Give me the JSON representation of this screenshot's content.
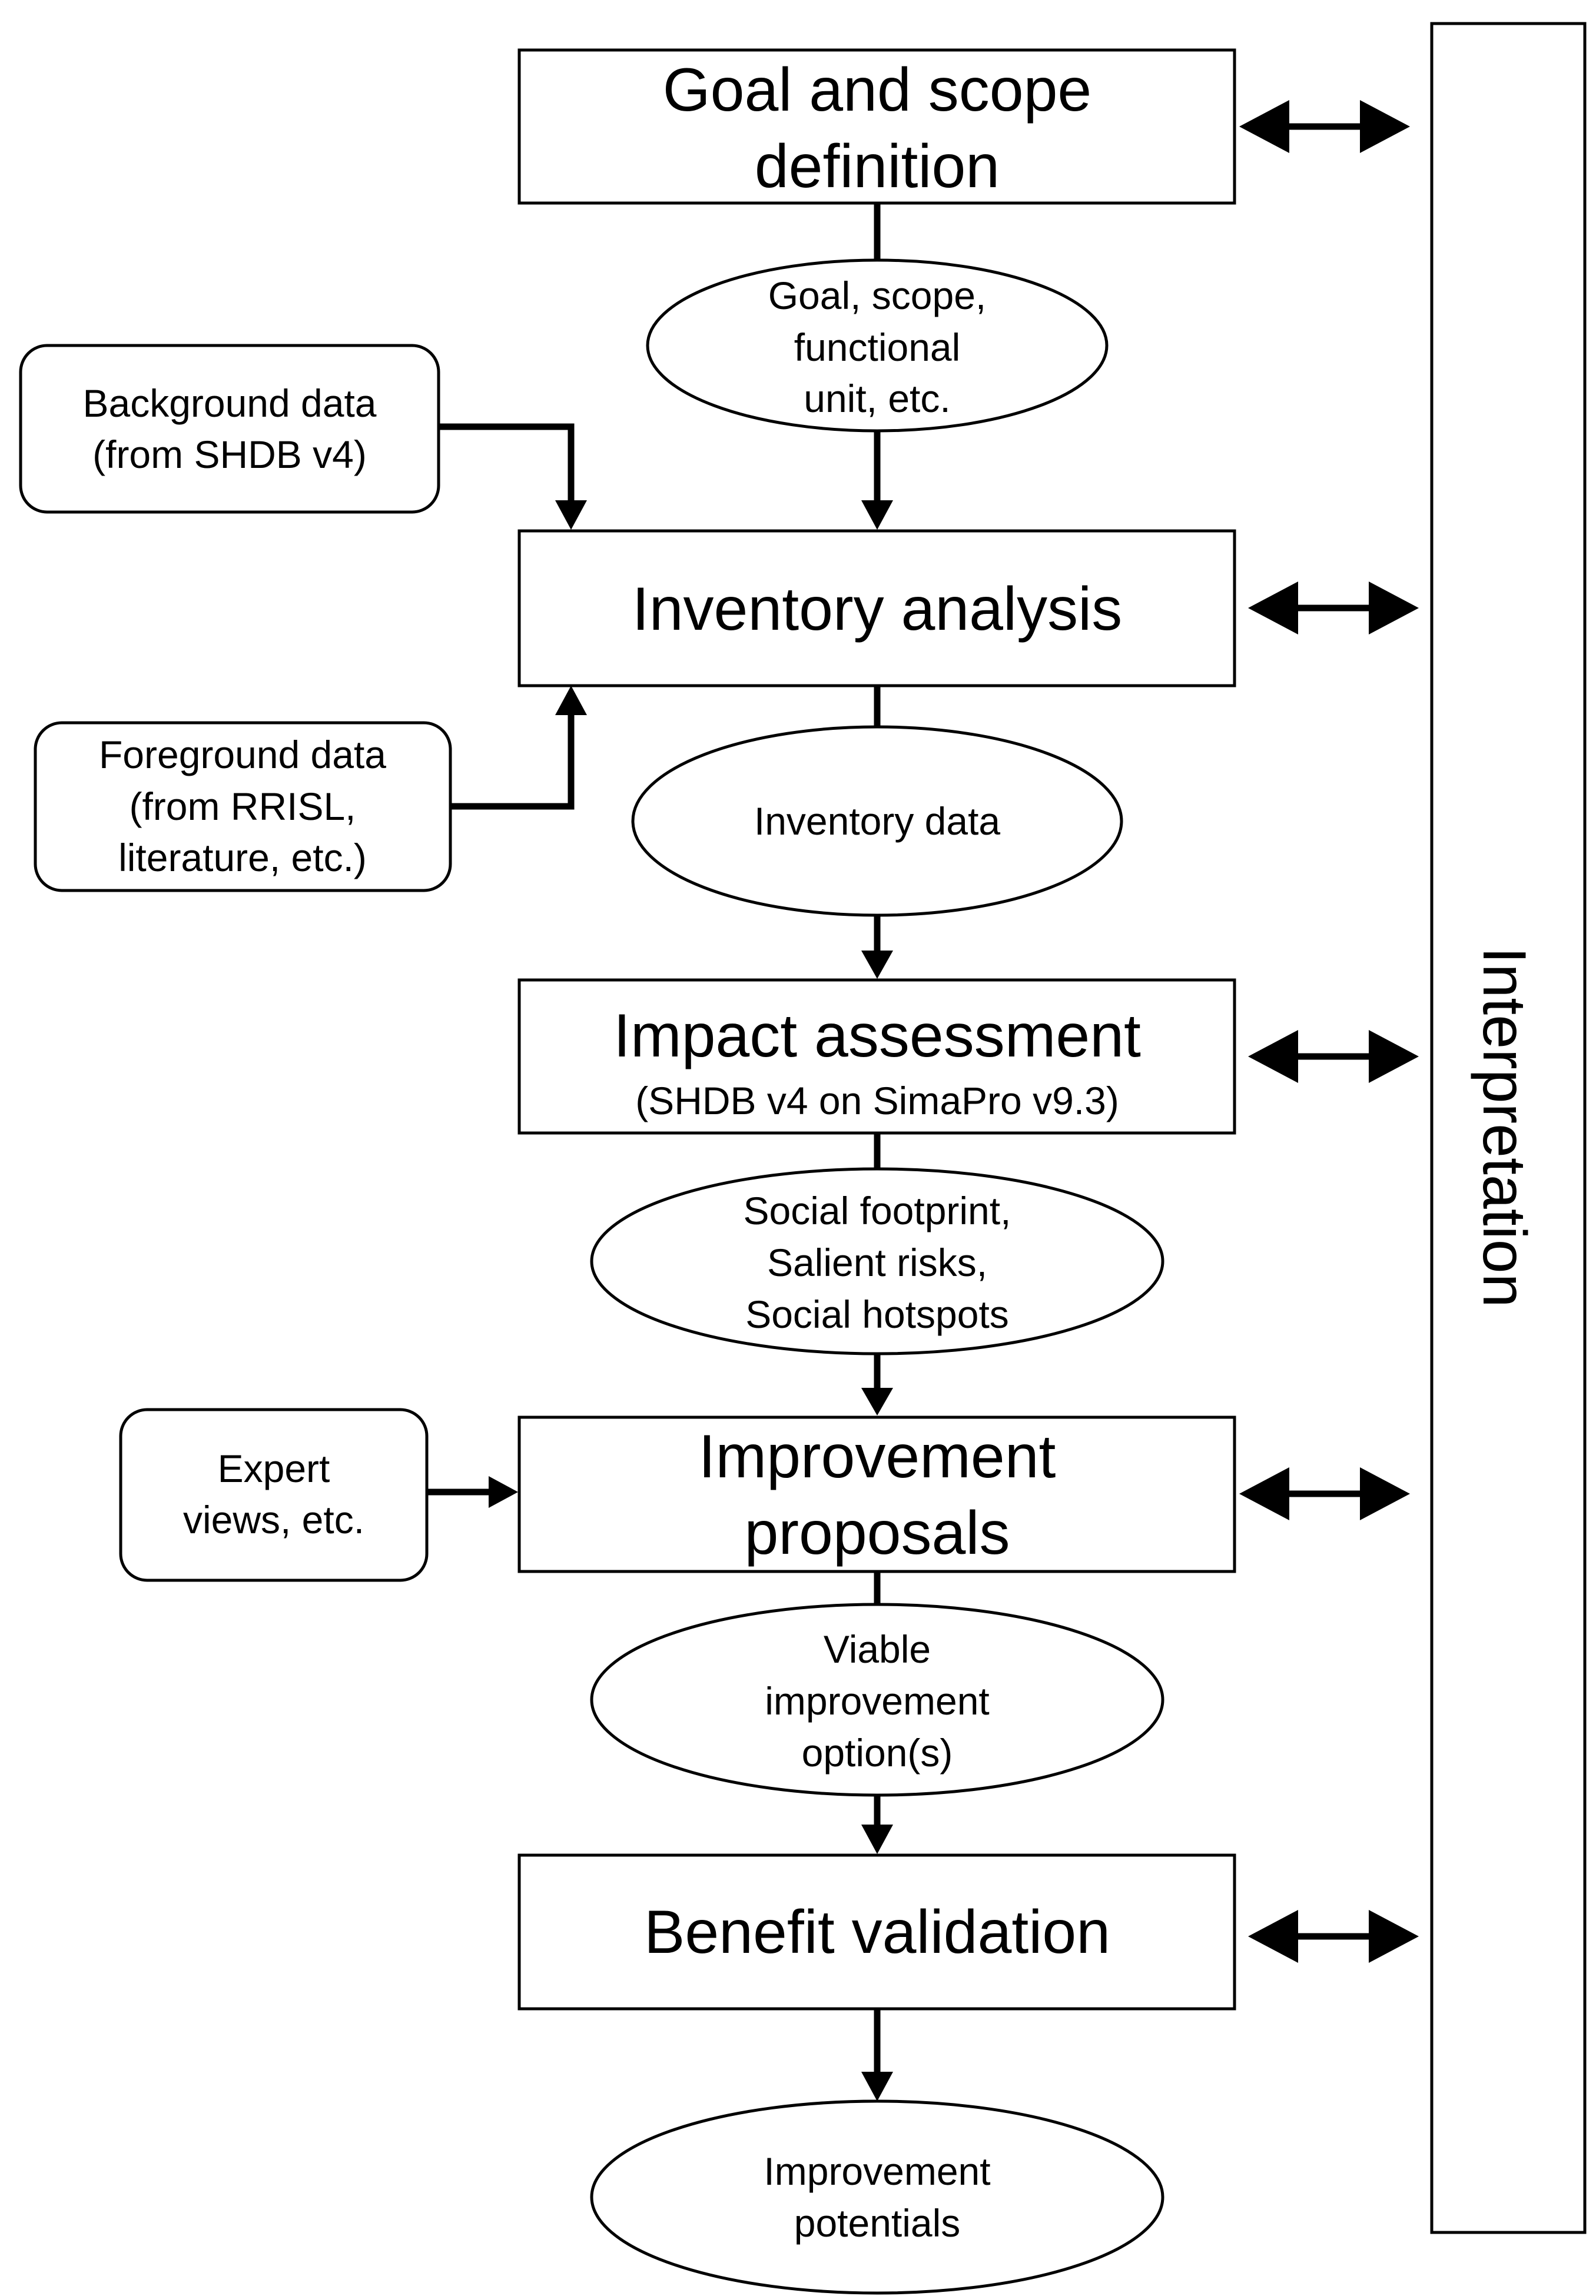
{
  "main_boxes": {
    "goal": [
      "Goal and scope",
      "definition"
    ],
    "inventory": "Inventory analysis",
    "impact_title": "Impact assessment",
    "impact_sub": "(SHDB v4 on SimaPro v9.3)",
    "improvement": [
      "Improvement",
      "proposals"
    ],
    "benefit": "Benefit validation"
  },
  "outputs": {
    "goal_out": [
      "Goal, scope,",
      "functional",
      "unit, etc."
    ],
    "inventory_out": "Inventory data",
    "impact_out": [
      "Social footprint,",
      "Salient risks,",
      "Social hotspots"
    ],
    "improvement_out": [
      "Viable",
      "improvement",
      "option(s)"
    ],
    "benefit_out": [
      "Improvement",
      "potentials"
    ]
  },
  "inputs": {
    "background": [
      "Background data",
      "(from SHDB v4)"
    ],
    "foreground": [
      "Foreground  data",
      "(from RRISL,",
      "literature, etc.)"
    ],
    "expert": [
      "Expert",
      "views, etc."
    ]
  },
  "interpretation": "Interpretation"
}
